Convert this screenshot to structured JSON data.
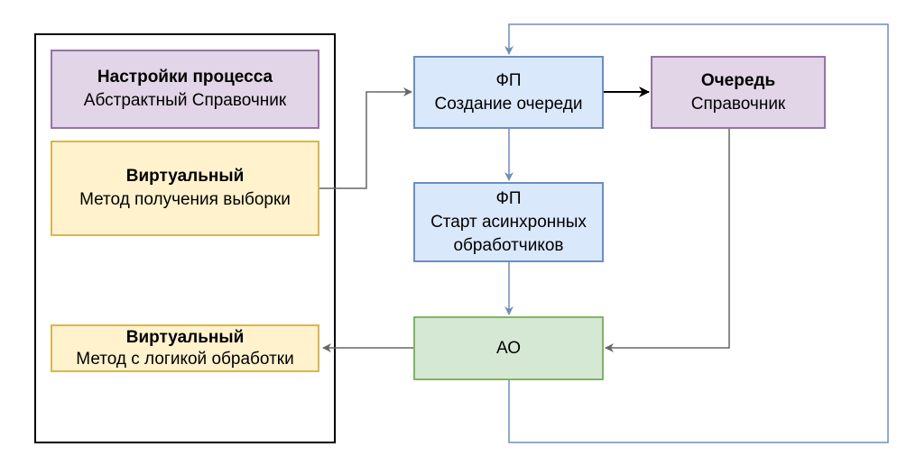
{
  "nodes": {
    "settings": {
      "title": "Настройки процесса",
      "subtitle": "Абстрактный Справочник"
    },
    "virtual_sample": {
      "title": "Виртуальный",
      "subtitle": "Метод получения выборки"
    },
    "virtual_logic": {
      "title": "Виртуальный",
      "subtitle": "Метод с логикой обработки"
    },
    "fp_queue": {
      "title": "ФП",
      "subtitle": "Создание очереди"
    },
    "queue": {
      "title": "Очередь",
      "subtitle": "Справочник"
    },
    "fp_start": {
      "title": "ФП",
      "subtitle": "Старт асинхронных\nобработчиков"
    },
    "ao": {
      "label": "АО"
    }
  },
  "colors": {
    "purple_fill": "#e1d5e7",
    "purple_stroke": "#9673a6",
    "yellow_fill": "#fff2cc",
    "yellow_stroke": "#d6b656",
    "blue_fill": "#dae8fc",
    "blue_stroke": "#6c8ebf",
    "green_fill": "#d5e8d4",
    "green_stroke": "#82b366",
    "gray_edge": "#666666",
    "blue_edge": "#6c8ebf",
    "black_edge": "#000000"
  }
}
